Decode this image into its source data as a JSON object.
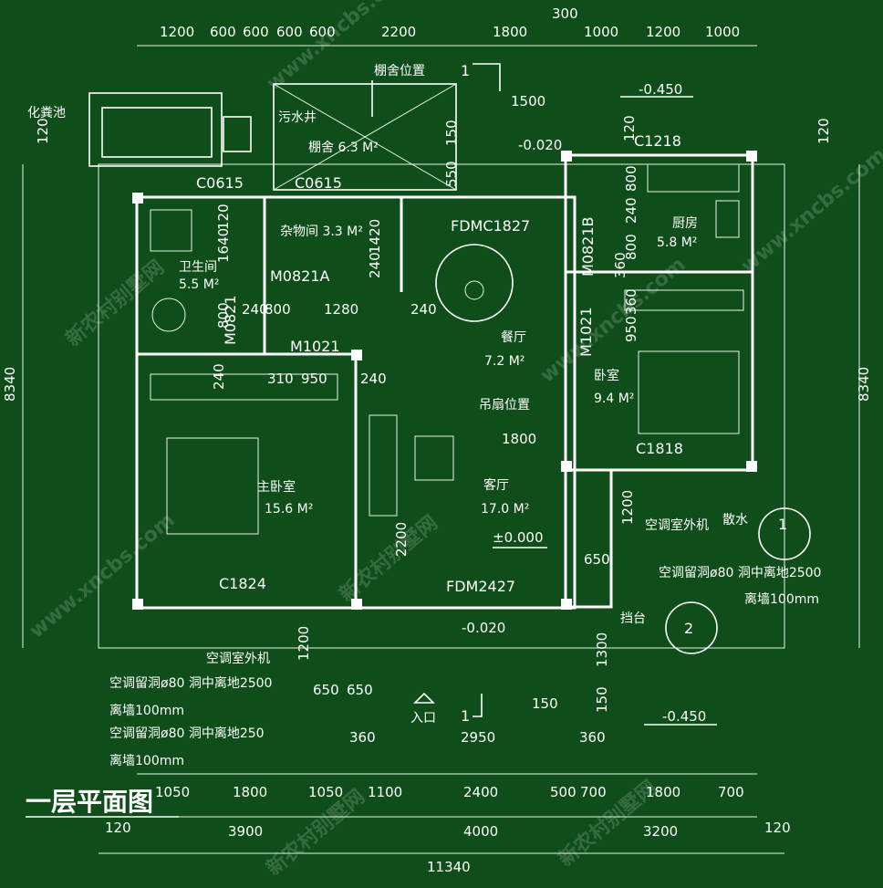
{
  "title": "一层平面图",
  "watermark": "新农村别墅网",
  "watermark_url": "www.xncbs.com",
  "top_dims": [
    "1200",
    "600",
    "600",
    "600",
    "600",
    "2200",
    "1800",
    "1000",
    "1200",
    "1000"
  ],
  "top_small": "300",
  "bottom_dims_row1": [
    "1050",
    "1800",
    "1050",
    "1100",
    "2400",
    "500",
    "700",
    "1800",
    "700"
  ],
  "bottom_dims_row2": [
    "3900",
    "4000",
    "3200"
  ],
  "bottom_edge_left": "120",
  "bottom_edge_right": "120",
  "total_width": "11340",
  "side_total": "8340",
  "side_top": "120",
  "rooms": {
    "septic": "化粪池",
    "septic_dim": "120",
    "sewage": "污水井",
    "shed_pos": "棚舍位置",
    "shed": "棚舍 6.3 M²",
    "storage": "杂物间 3.3 M²",
    "bath": "卫生间",
    "bath_area": "5.5 M²",
    "dining": "餐厅",
    "dining_area": "7.2 M²",
    "kitchen": "厨房",
    "kitchen_area": "5.8 M²",
    "bedroom": "卧室",
    "bedroom_area": "9.4 M²",
    "master": "主卧室",
    "master_area": "15.6 M²",
    "living": "客厅",
    "living_area": "17.0 M²",
    "fan": "吊扇位置",
    "fan_dim": "1800",
    "ac_unit": "空调室外机",
    "drain": "散水",
    "ac_hole": "空调留洞ø80 洞中离地2500",
    "off_wall": "离墙100mm",
    "ac_hole2": "空调留洞ø80 洞中离地250",
    "step": "挡台",
    "entry": "入口"
  },
  "codes": {
    "c0615a": "C0615",
    "c0615b": "C0615",
    "c1218": "C1218",
    "fdmc1827": "FDMC1827",
    "m0821a": "M0821A",
    "m0821b": "M0821B",
    "m0821": "M0821",
    "m1021a": "M1021",
    "m1021b": "M1021",
    "c1818": "C1818",
    "c1824": "C1824",
    "fdm2427": "FDM2427"
  },
  "levels": {
    "l1": "-0.450",
    "l2": "-0.020",
    "l3": "±0.000",
    "l4": "-0.020",
    "l5": "-0.450"
  },
  "inner_dims": {
    "d1500": "1500",
    "d150": "150",
    "d550": "550",
    "d120": "120",
    "d1640": "1640",
    "d240a": "240",
    "d1420": "1420",
    "d800a": "800",
    "d1280": "1280",
    "d240b": "240",
    "d240c": "240",
    "d800b": "800",
    "d800c": "800",
    "d240d": "240",
    "d360a": "360",
    "d360b": "360",
    "d950a": "950",
    "d310": "310",
    "d950b": "950",
    "d240e": "240",
    "d240f": "240",
    "d2200": "2200",
    "d1200a": "1200",
    "d650a": "650",
    "d1200b": "1200",
    "d650b": "650",
    "d650c": "650",
    "d1300": "1300",
    "d150b": "150",
    "d150c": "150",
    "d360c": "360",
    "d2950": "2950",
    "d360d": "360",
    "d100": "100mm"
  },
  "markers": {
    "axis1": "1",
    "axis2": "2",
    "sec1": "1",
    "sec1b": "1"
  }
}
